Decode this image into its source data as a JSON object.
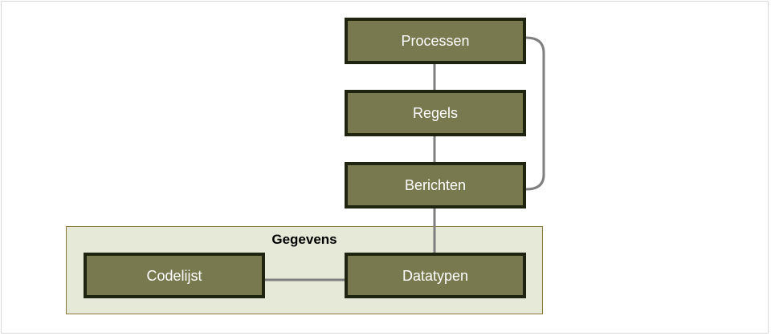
{
  "diagram": {
    "group": {
      "title": "Gegevens"
    },
    "nodes": {
      "processen": "Processen",
      "regels": "Regels",
      "berichten": "Berichten",
      "datatypen": "Datatypen",
      "codelijst": "Codelijst"
    },
    "colors": {
      "node_fill": "#78794f",
      "node_border": "#1f2410",
      "group_fill": "#e6e8d8",
      "group_border": "#8a7a3a",
      "connector": "#7f7f7f"
    }
  }
}
